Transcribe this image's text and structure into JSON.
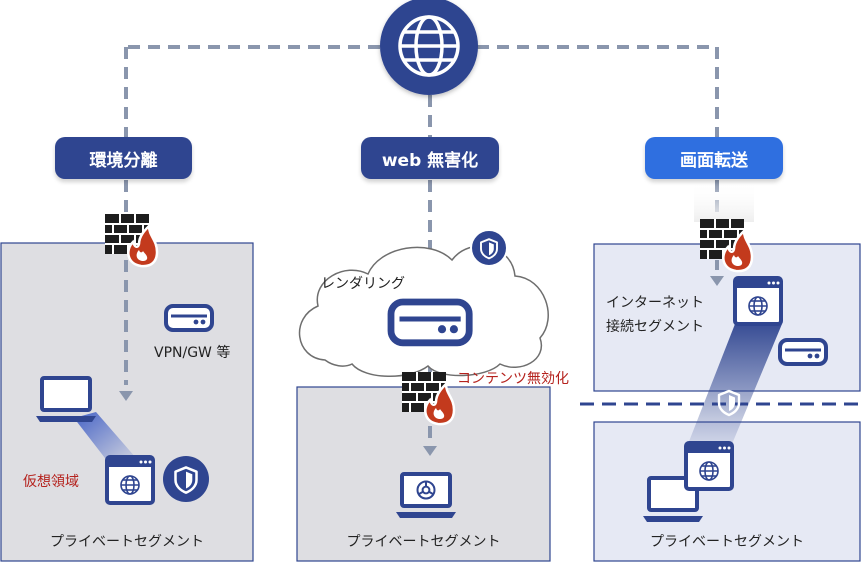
{
  "colors": {
    "navy": "#2f4590",
    "navy_dark": "#233777",
    "accent_blue": "#2f6fe0",
    "segment_fill": "#dedee2",
    "segment_fill_light": "#e6e9f4",
    "firewall_red": "#c33a1d",
    "dashed_gray": "#8a96ad",
    "label_red": "#b5221d"
  },
  "icons": {
    "internet": "globe-icon",
    "firewall": "firewall-icon",
    "router": "router-icon",
    "shield": "shield-icon",
    "laptop": "laptop-icon",
    "browser_window": "browser-window-icon",
    "chrome": "chrome-browser-icon",
    "cloud": "cloud-icon"
  },
  "methods": {
    "isolation": "環境分離",
    "web_neutralize": "web 無害化",
    "screen_transfer": "画面転送"
  },
  "labels": {
    "vpn_gw": "VPN/GW 等",
    "virtual_area": "仮想領域",
    "rendering": "レンダリング",
    "content_neutralize": "コンテンツ無効化",
    "internet_segment_line1": "インターネット",
    "internet_segment_line2": "接続セグメント",
    "private_segment_left": "プライベートセグメント",
    "private_segment_center": "プライベートセグメント",
    "private_segment_right": "プライベートセグメント"
  }
}
